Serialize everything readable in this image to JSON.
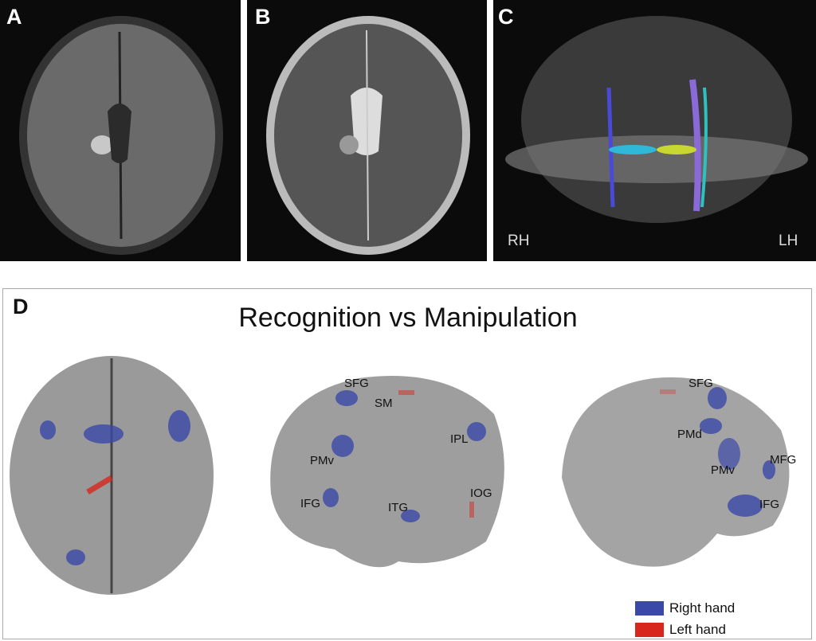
{
  "panels": {
    "a": "A",
    "b": "B",
    "c": "C",
    "d": "D"
  },
  "panel_c": {
    "rh": "RH",
    "lh": "LH"
  },
  "panel_d": {
    "title": "Recognition vs Manipulation",
    "lateral_left_labels": [
      "SFG",
      "SM",
      "IPL",
      "PMv",
      "IFG",
      "ITG",
      "IOG"
    ],
    "lateral_right_labels": [
      "SFG",
      "PMd",
      "PMv",
      "MFG",
      "IFG"
    ],
    "legend": [
      {
        "label": "Right hand",
        "color": "#3a48a8"
      },
      {
        "label": "Left hand",
        "color": "#d8281e"
      }
    ]
  }
}
